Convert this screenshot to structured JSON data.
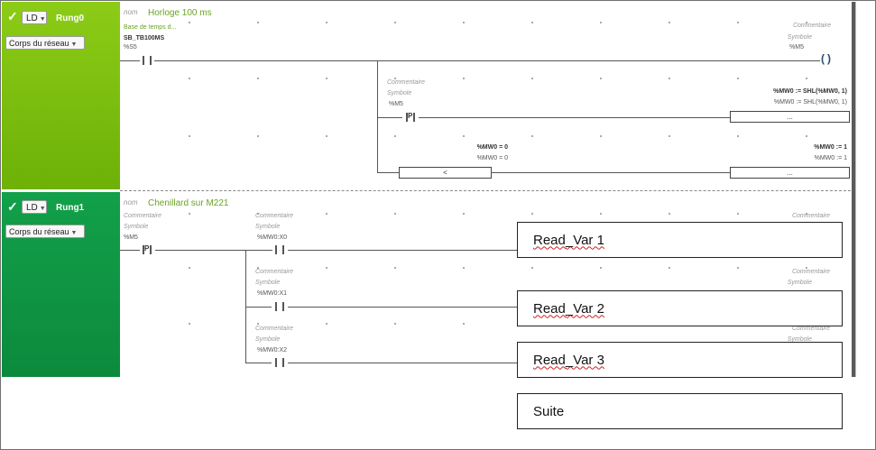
{
  "rungs": [
    {
      "check": "✓",
      "lang": "LD",
      "name": "Rung0",
      "corps": "Corps du réseau",
      "nom_label": "nom",
      "title": "Horloge 100 ms",
      "contact_desc": "Base de temps d...",
      "contact_sym": "SB_TB100MS",
      "contact_addr": "%S5",
      "coil_comment": "Commentaire",
      "coil_symbol": "Symbole",
      "coil_addr": "%M5",
      "p_comment": "Commentaire",
      "p_symbol": "Symbole",
      "p_addr": "%M5",
      "p_mark": "P",
      "shl_bold": "%MW0 := SHL(%MW0, 1)",
      "shl_norm": "%MW0 := SHL(%MW0, 1)",
      "shl_box": "...",
      "cmp_bold": "%MW0 = 0",
      "cmp_norm": "%MW0 = 0",
      "cmp_box": "<",
      "set_bold": "%MW0 := 1",
      "set_norm": "%MW0 := 1",
      "set_box": "..."
    },
    {
      "check": "✓",
      "lang": "LD",
      "name": "Rung1",
      "corps": "Corps du réseau",
      "nom_label": "nom",
      "title": "Chenillard sur M221",
      "p_comment": "Commentaire",
      "p_symbol": "Symbole",
      "p_addr": "%M5",
      "p_mark": "P",
      "c1_comment": "Commentaire",
      "c1_symbol": "Symbole",
      "c1_addr": "%MW0:X0",
      "c2_comment": "Commentaire",
      "c2_symbol": "Symbole",
      "c2_addr": "%MW0:X1",
      "c3_comment": "Commentaire",
      "c3_symbol": "Symbole",
      "c3_addr": "%MW0:X2",
      "r_comment1": "Commentaire",
      "r_comment2": "Commentaire",
      "r_symbol2": "Symbole",
      "r_comment3": "Commentaire",
      "r_symbol3": "Symbole"
    }
  ],
  "overlays": {
    "read1": {
      "word": "Read",
      "rest": "_Var 1"
    },
    "read2": {
      "word": "Read",
      "rest": "_Var 2"
    },
    "read3": {
      "word": "Read",
      "rest": "_Var 3"
    },
    "suite": "Suite"
  },
  "colors": {
    "rung0": "#7cbf10",
    "rung1": "#0f9444",
    "title_green": "#6aa324"
  },
  "icons": {
    "check": "check-icon",
    "dropdown": "chevron-down-icon"
  }
}
